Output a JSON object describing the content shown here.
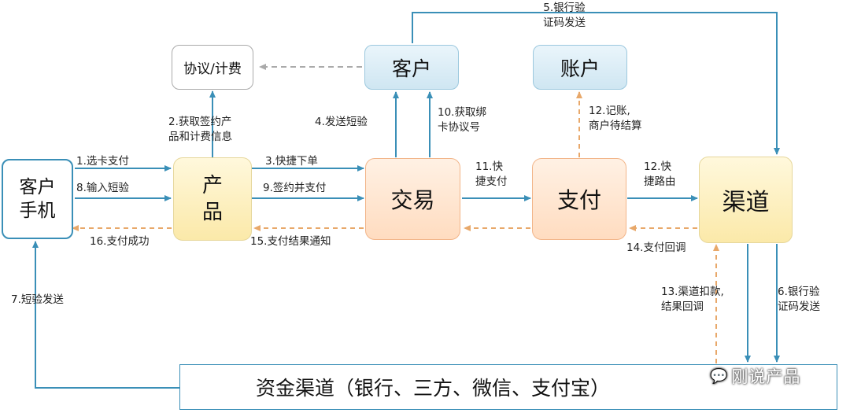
{
  "nodes": {
    "phone": "客户\n手机",
    "product": "产\n品",
    "trade": "交易",
    "pay": "支付",
    "channel": "渠道",
    "customer": "客户",
    "account": "账户",
    "protocol": "协议/计费",
    "fund": "资金渠道（银行、三方、微信、支付宝）"
  },
  "edges": {
    "e1": "1.选卡支付",
    "e2": "2.获取签约产\n品和计费信息",
    "e3": "3.快捷下单",
    "e4": "4.发送短验",
    "e5": "5.银行验\n证码发送",
    "e6": "6.银行验\n证码发送",
    "e7": "7.短验发送",
    "e8": "8.输入短验",
    "e9": "9.签约并支付",
    "e10": "10.获取绑\n卡协议号",
    "e11": "11.快\n捷支付",
    "e12a": "12.记账,\n商户待结算",
    "e12b": "12.快\n捷路由",
    "e13": "13.渠道扣款,\n结果回调",
    "e14": "14.支付回调",
    "e15": "15.支付结果通知",
    "e16": "16.支付成功"
  },
  "watermark": "刚说产品",
  "colors": {
    "arrow_solid": "#3a8fb7",
    "arrow_dashed": "#e8a86a",
    "arrow_gray": "#aaaaaa"
  }
}
